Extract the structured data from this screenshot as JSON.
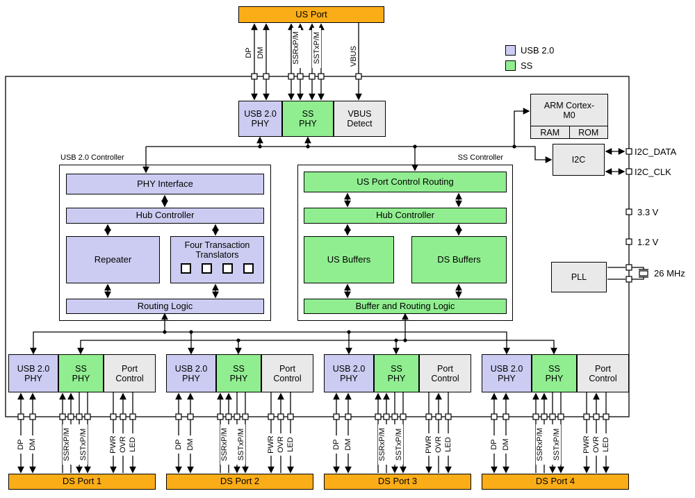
{
  "colors": {
    "orange": "#FBAD18",
    "usb2": "#CCCCF2",
    "ss": "#90EE90",
    "gray": "#E9E9E9"
  },
  "legend": {
    "usb2_label": "USB 2.0",
    "ss_label": "SS"
  },
  "us_port": {
    "label": "US Port"
  },
  "top_signals": {
    "dp": "DP",
    "dm": "DM",
    "ssrx": "SSRxP/M",
    "sstx": "SSTxP/M",
    "vbus": "VBUS"
  },
  "phy_row": {
    "usb2_phy": "USB 2.0 PHY",
    "ss_phy": "SS PHY",
    "vbus_detect": "VBUS Detect"
  },
  "mcu": {
    "title": "ARM Cortex-M0",
    "ram": "RAM",
    "rom": "ROM"
  },
  "i2c": {
    "label": "I2C",
    "data_pin": "I2C_DATA",
    "clk_pin": "I2C_CLK"
  },
  "power": {
    "v33": "3.3 V",
    "v12": "1.2 V"
  },
  "clock": {
    "pll": "PLL",
    "xtal": "26 MHz"
  },
  "usb2_controller": {
    "title": "USB 2.0 Controller",
    "phy_interface": "PHY Interface",
    "hub_controller": "Hub Controller",
    "repeater": "Repeater",
    "translators": "Four Transaction Translators",
    "routing_logic": "Routing Logic"
  },
  "ss_controller": {
    "title": "SS Controller",
    "us_port_routing": "US Port Control Routing",
    "hub_controller": "Hub Controller",
    "us_buffers": "US Buffers",
    "ds_buffers": "DS Buffers",
    "routing_logic": "Buffer and Routing Logic"
  },
  "port_block": {
    "usb2_phy": "USB 2.0 PHY",
    "ss_phy": "SS PHY",
    "port_control": "Port Control"
  },
  "ds_signals": {
    "dp": "DP",
    "dm": "DM",
    "ssrx": "SSRxP/M",
    "sstx": "SSTxP/M",
    "pwr": "PWR",
    "ovr": "OVR",
    "led": "LED"
  },
  "ds_ports": {
    "p1": "DS Port 1",
    "p2": "DS Port 2",
    "p3": "DS Port 3",
    "p4": "DS Port 4"
  }
}
